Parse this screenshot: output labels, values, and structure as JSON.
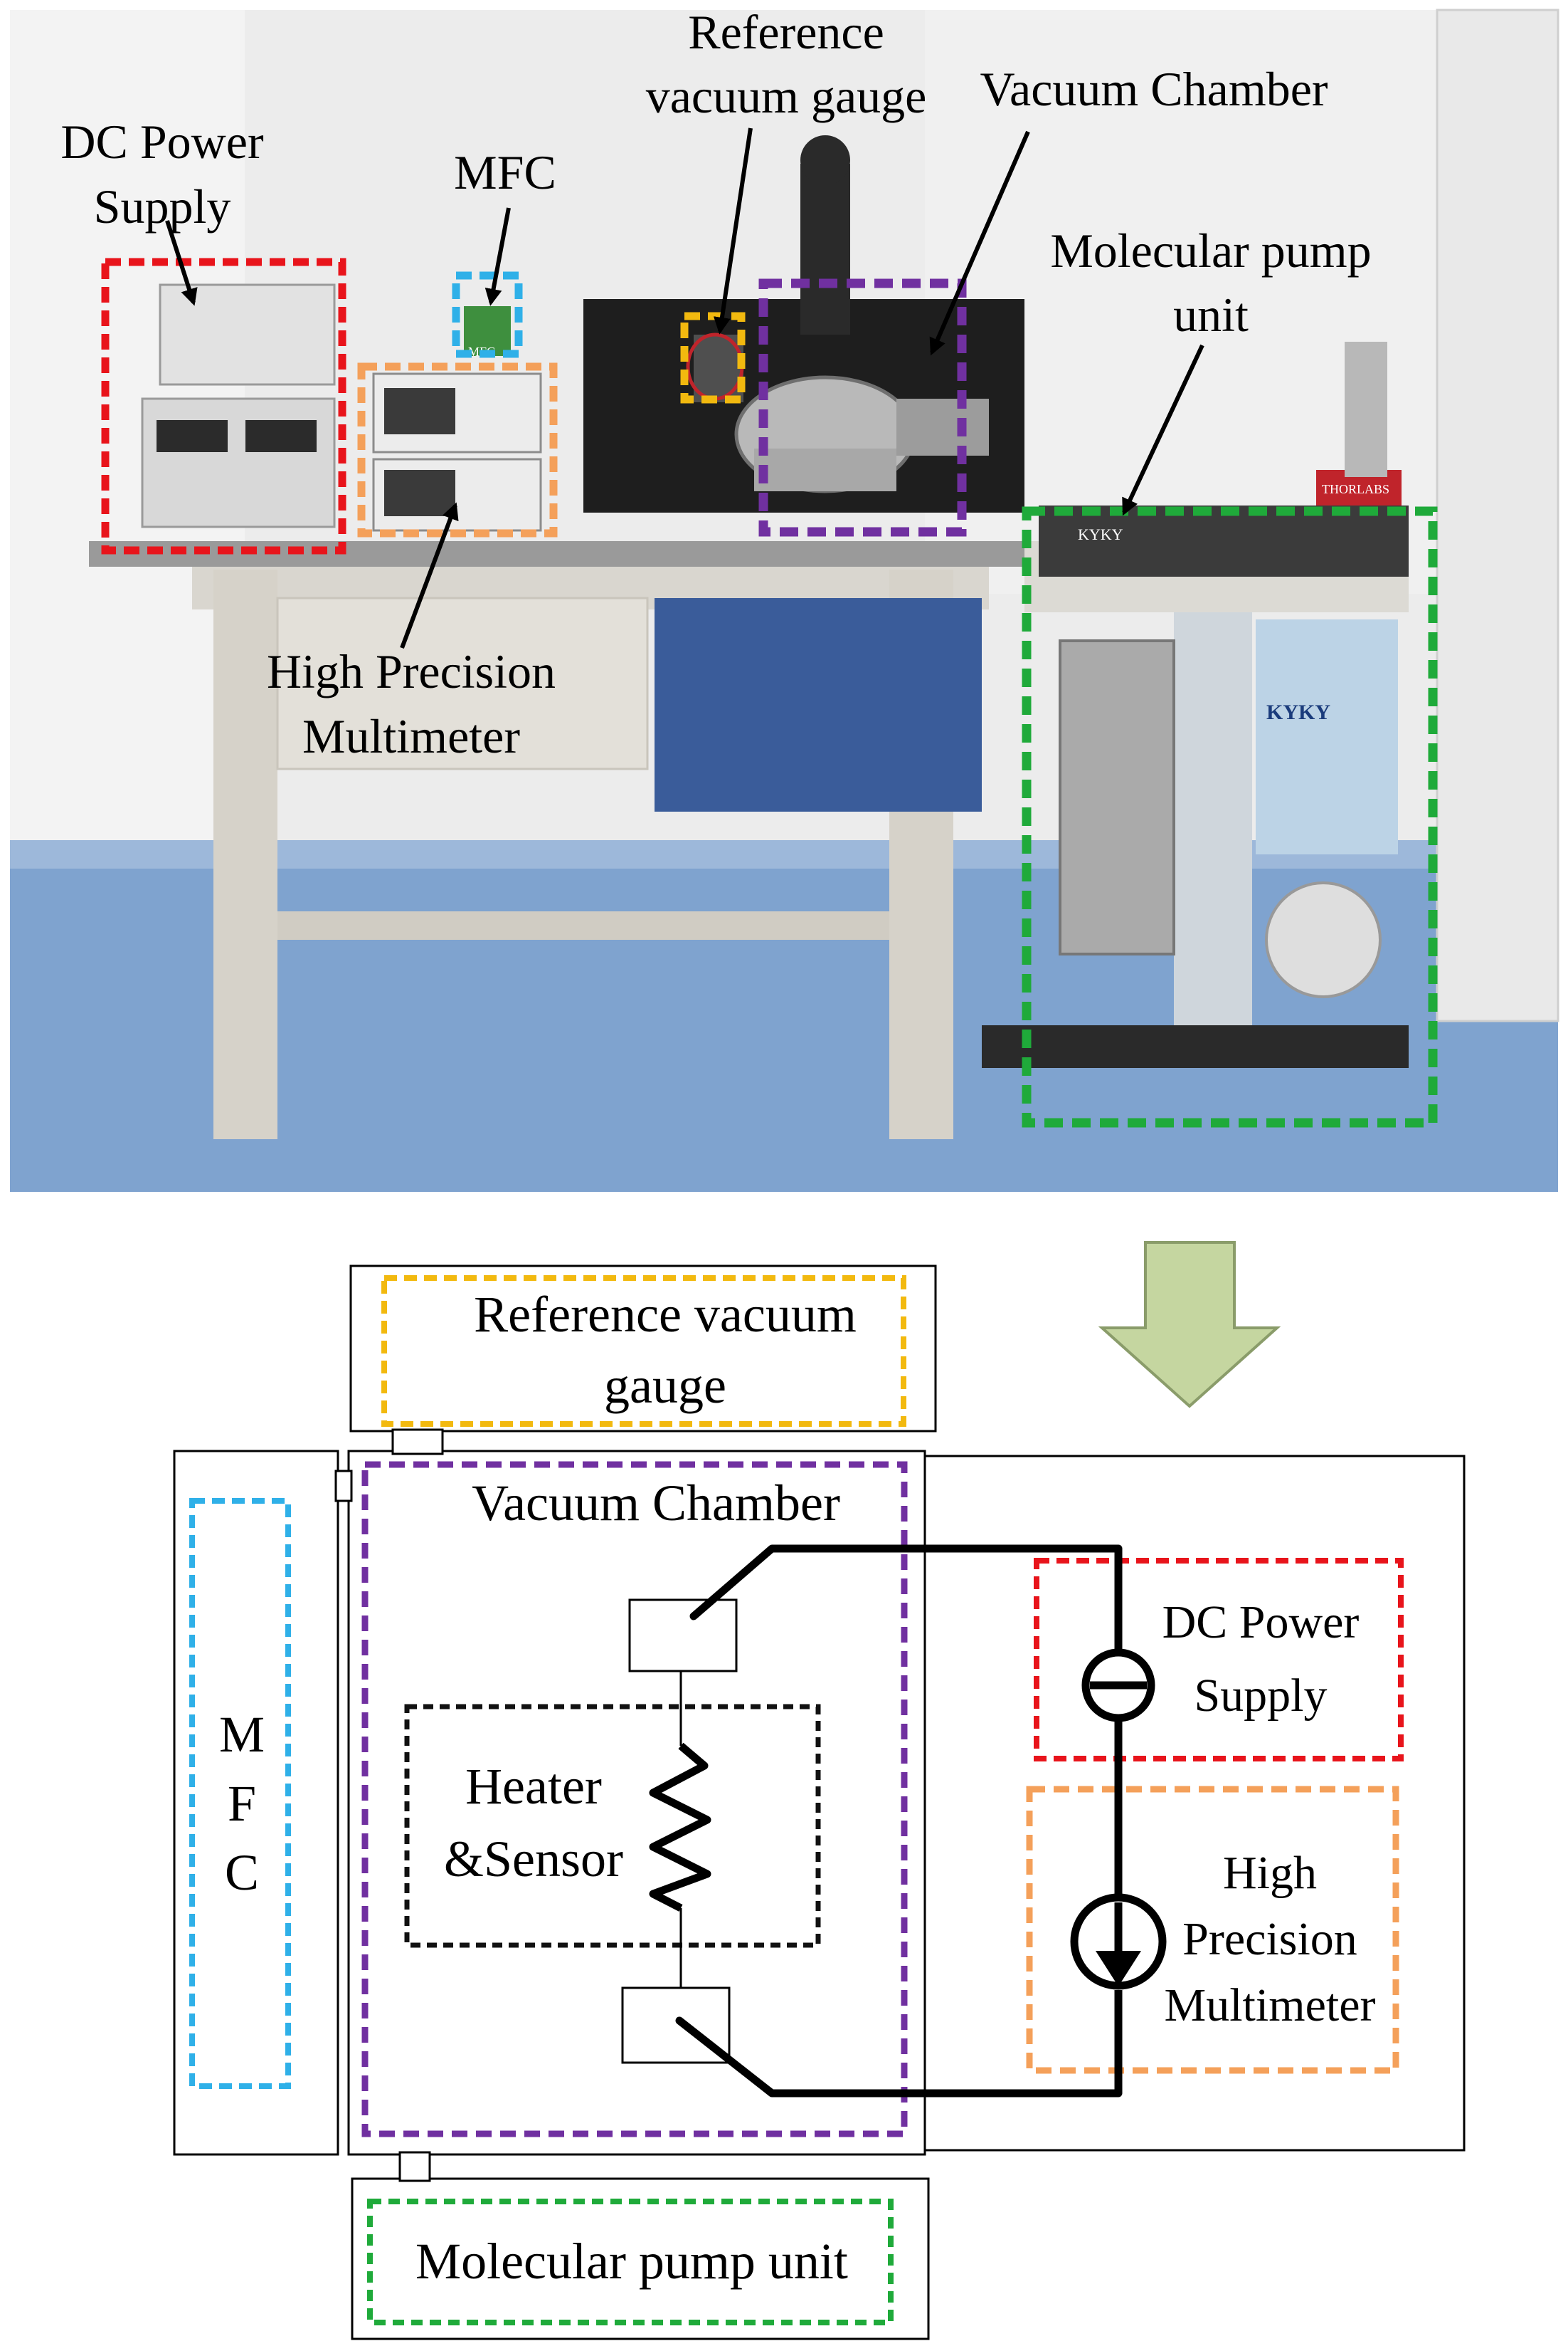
{
  "photo": {
    "labels": {
      "dc_power_supply_line1": "DC Power",
      "dc_power_supply_line2": "Supply",
      "mfc": "MFC",
      "reference_gauge_line1": "Reference",
      "reference_gauge_line2": "vacuum gauge",
      "vacuum_chamber": "Vacuum Chamber",
      "molecular_pump_line1": "Molecular pump",
      "molecular_pump_line2": "unit",
      "multimeter_line1": "High Precision",
      "multimeter_line2": "Multimeter"
    },
    "device_text": {
      "mfc_chip": "MFC",
      "pump_brand": "KYKY",
      "pump_brand_2": "KYKY",
      "thorlabs": "THORLABS"
    }
  },
  "schematic": {
    "reference_gauge_line1": "Reference vacuum",
    "reference_gauge_line2": "gauge",
    "vacuum_chamber": "Vacuum Chamber",
    "mfc_letters": [
      "M",
      "F",
      "C"
    ],
    "heater_line1": "Heater",
    "heater_line2": "&Sensor",
    "dc_power_line1": "DC Power",
    "dc_power_line2": "Supply",
    "multimeter_line1": "High",
    "multimeter_line2": "Precision",
    "multimeter_line3": "Multimeter",
    "molecular_pump": "Molecular pump unit"
  },
  "colors": {
    "dc_power": "#e8141b",
    "mfc": "#2fb0e8",
    "reference_gauge": "#f2b90f",
    "vacuum_chamber": "#7030a0",
    "molecular_pump": "#1faa3a",
    "multimeter": "#f4a05a",
    "heater": "#111111",
    "arrow_fill": "#c5d6a0",
    "arrow_stroke": "#8a9c6a"
  }
}
